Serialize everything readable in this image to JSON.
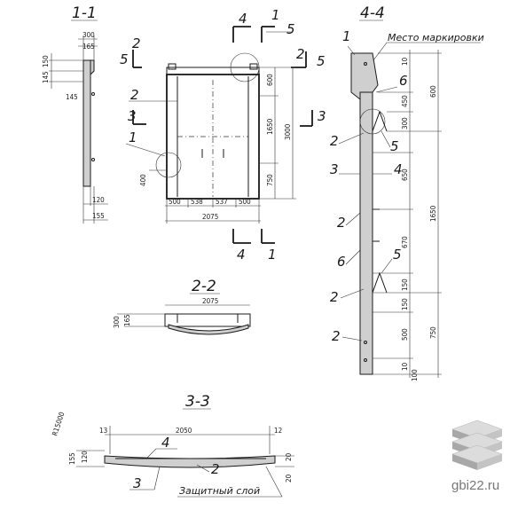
{
  "views": {
    "s11": {
      "title": "1-1",
      "d300": "300",
      "d165": "165",
      "d150": "150",
      "d145a": "145",
      "d145b": "145",
      "d120": "120",
      "d155": "155"
    },
    "front": {
      "c4": "4",
      "c1": "1",
      "c5": "5",
      "c2l": "2",
      "c5l": "5",
      "c2r": "2",
      "c5r": "5",
      "p2": "2",
      "p3": "3",
      "p1": "1",
      "c3r": "3",
      "d600": "600",
      "d1650": "1650",
      "d750": "750",
      "d3000": "3000",
      "d400": "400",
      "d500a": "500",
      "d538": "538",
      "d537": "537",
      "d500b": "500",
      "d2075": "2075",
      "b4": "4",
      "b1": "1"
    },
    "s44": {
      "title": "4-4",
      "marking": "Место маркировки",
      "p1": "1",
      "p6a": "6",
      "p2a": "2",
      "p5a": "5",
      "p3": "3",
      "p4": "4",
      "p2b": "2",
      "p6b": "6",
      "p5b": "5",
      "p2c": "2",
      "p2d": "2",
      "d10a": "10",
      "d450": "450",
      "d300": "300",
      "d650": "650",
      "d670": "670",
      "d150a": "150",
      "d150b": "150",
      "d500": "500",
      "d10b": "10",
      "d100": "100",
      "r600": "600",
      "r1650": "1650",
      "r750": "750"
    },
    "s22": {
      "title": "2-2",
      "d2075": "2075",
      "d300": "300",
      "d165": "165"
    },
    "s33": {
      "title": "3-3",
      "d2050": "2050",
      "d13": "13",
      "d12": "12",
      "d155": "155",
      "d120": "120",
      "d20a": "20",
      "d20b": "20",
      "radius": "R15000",
      "p4": "4",
      "p2": "2",
      "p3": "3",
      "note": "Защитный слой"
    }
  },
  "watermark": {
    "text": "gbi22.ru",
    "icon": "stacked-slabs-icon"
  }
}
